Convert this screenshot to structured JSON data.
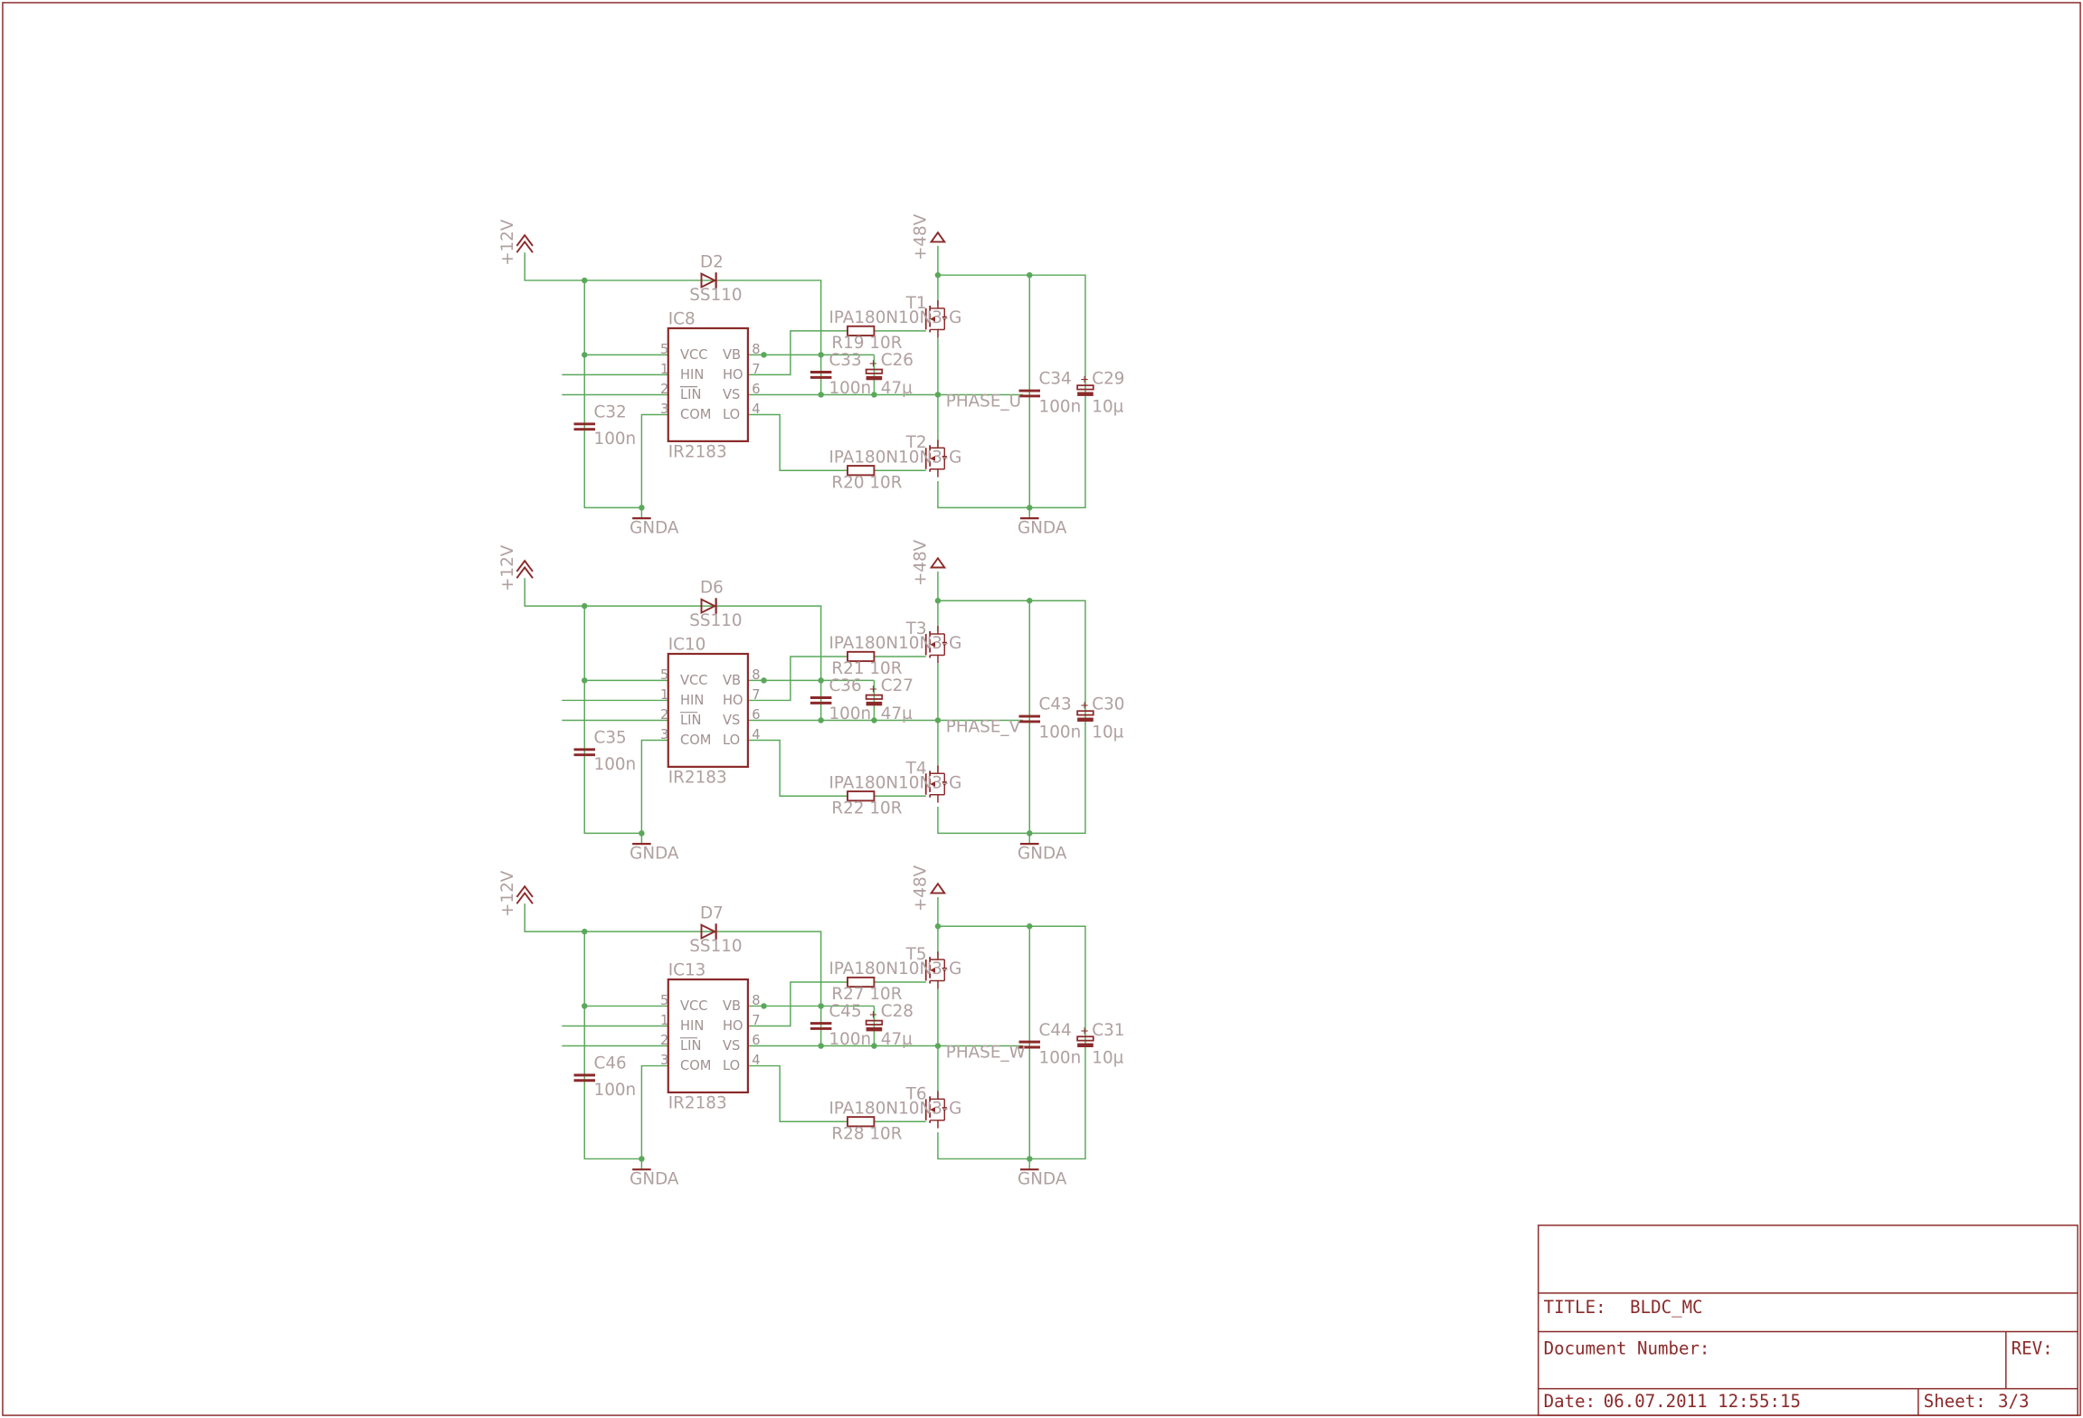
{
  "colors": {
    "wire": "#5aa85a",
    "part": "#8b2a2a",
    "label": "#b0a0a0",
    "border": "#8b2a2a"
  },
  "stages": [
    {
      "supply_left": "+12V",
      "supply_right": "+48V",
      "diode": "D2",
      "diode_value": "SS110",
      "ic": "IC8",
      "ic_value": "IR2183",
      "c_cap": "C32",
      "c_cap_value": "100n",
      "c_boot": "C33",
      "c_boot_value": "100n",
      "c_elec": "C26",
      "c_elec_value": "47µ",
      "r_high": "R19 10R",
      "r_low": "R20 10R",
      "t_high": "T1",
      "t_low": "T2",
      "mosfet_value": "IPA180N10N3-G",
      "phase": "PHASE_U",
      "c_bus": "C34",
      "c_bus_value": "100n",
      "c_bulk": "C29",
      "c_bulk_value": "10µ",
      "gnd_left": "GNDA",
      "gnd_right": "GNDA"
    },
    {
      "supply_left": "+12V",
      "supply_right": "+48V",
      "diode": "D6",
      "diode_value": "SS110",
      "ic": "IC10",
      "ic_value": "IR2183",
      "c_cap": "C35",
      "c_cap_value": "100n",
      "c_boot": "C36",
      "c_boot_value": "100n",
      "c_elec": "C27",
      "c_elec_value": "47µ",
      "r_high": "R21 10R",
      "r_low": "R22 10R",
      "t_high": "T3",
      "t_low": "T4",
      "mosfet_value": "IPA180N10N3-G",
      "phase": "PHASE_V",
      "c_bus": "C43",
      "c_bus_value": "100n",
      "c_bulk": "C30",
      "c_bulk_value": "10µ",
      "gnd_left": "GNDA",
      "gnd_right": "GNDA"
    },
    {
      "supply_left": "+12V",
      "supply_right": "+48V",
      "diode": "D7",
      "diode_value": "SS110",
      "ic": "IC13",
      "ic_value": "IR2183",
      "c_cap": "C46",
      "c_cap_value": "100n",
      "c_boot": "C45",
      "c_boot_value": "100n",
      "c_elec": "C28",
      "c_elec_value": "47µ",
      "r_high": "R27 10R",
      "r_low": "R28 10R",
      "t_high": "T5",
      "t_low": "T6",
      "mosfet_value": "IPA180N10N3-G",
      "phase": "PHASE_W",
      "c_bus": "C44",
      "c_bus_value": "100n",
      "c_bulk": "C31",
      "c_bulk_value": "10µ",
      "gnd_left": "GNDA",
      "gnd_right": "GNDA"
    }
  ],
  "ic_pins": {
    "left": [
      {
        "num": "5",
        "name": "VCC"
      },
      {
        "num": "1",
        "name": "HIN"
      },
      {
        "num": "2",
        "name": "LIN"
      },
      {
        "num": "3",
        "name": "COM"
      }
    ],
    "right": [
      {
        "num": "8",
        "name": "VB"
      },
      {
        "num": "7",
        "name": "HO"
      },
      {
        "num": "6",
        "name": "VS"
      },
      {
        "num": "4",
        "name": "LO"
      }
    ]
  },
  "title_block": {
    "title_label": "TITLE:",
    "title_value": "BLDC_MC",
    "doc_label": "Document Number:",
    "rev_label": "REV:",
    "date_label": "Date:",
    "date_value": "06.07.2011 12:55:15",
    "sheet_label": "Sheet:",
    "sheet_value": "3/3"
  }
}
